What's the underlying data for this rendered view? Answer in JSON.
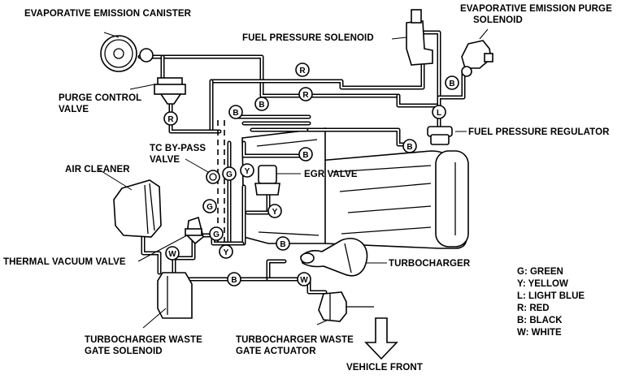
{
  "labels": {
    "canister": "EVAPORATIVE EMISSION CANISTER",
    "purge_solenoid_1": "EVAPORATIVE EMISSION PURGE",
    "purge_solenoid_2": "SOLENOID",
    "fuel_pressure_solenoid": "FUEL PRESSURE SOLENOID",
    "purge_valve_1": "PURGE CONTROL",
    "purge_valve_2": "VALVE",
    "fuel_pressure_regulator": "FUEL PRESSURE REGULATOR",
    "tc_bypass_1": "TC BY-PASS",
    "tc_bypass_2": "VALVE",
    "air_cleaner": "AIR CLEANER",
    "egr_valve": "EGR VALVE",
    "thermal_vacuum_valve": "THERMAL VACUUM VALVE",
    "turbocharger": "TURBOCHARGER",
    "wastegate_solenoid_1": "TURBOCHARGER WASTE",
    "wastegate_solenoid_2": "GATE SOLENOID",
    "wastegate_actuator_1": "TURBOCHARGER WASTE",
    "wastegate_actuator_2": "GATE ACTUATOR",
    "vehicle_front": "VEHICLE FRONT"
  },
  "legend": [
    "G: GREEN",
    "Y: YELLOW",
    "L: LIGHT BLUE",
    "R: RED",
    "B: BLACK",
    "W: WHITE"
  ],
  "hose_tags": {
    "r": "R",
    "b": "B",
    "g": "G",
    "y": "Y",
    "w": "W",
    "l": "L"
  }
}
